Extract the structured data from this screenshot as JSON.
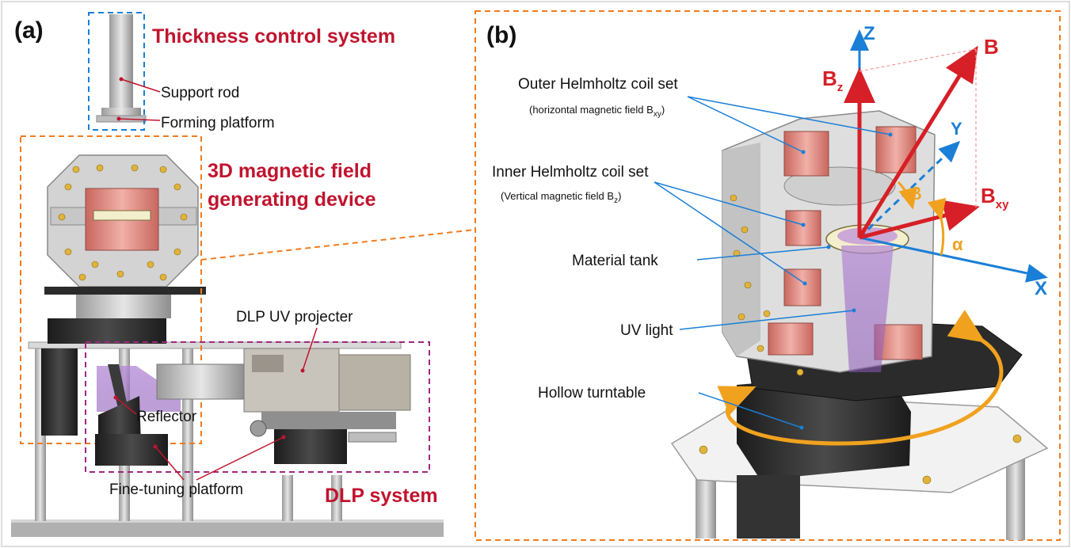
{
  "panel_a": {
    "label": "(a)",
    "title_thickness": "Thickness control system",
    "title_magnetic_1": "3D magnetic field",
    "title_magnetic_2": "generating device",
    "title_dlp": "DLP system",
    "support_rod": "Support rod",
    "forming_platform": "Forming platform",
    "dlp_projector": "DLP UV projecter",
    "reflector": "Reflector",
    "fine_tuning": "Fine-tuning platform"
  },
  "panel_b": {
    "label": "(b)",
    "outer_coil": "Outer Helmholtz coil set",
    "outer_coil_sub": "(horizontal magnetic field B",
    "outer_coil_sub_sub": "xy",
    "outer_coil_sub_end": ")",
    "inner_coil": "Inner Helmholtz coil set",
    "inner_coil_sub": "(Vertical magnetic field B",
    "inner_coil_sub_sub": "z",
    "inner_coil_sub_end": ")",
    "material_tank": "Material tank",
    "uv_light": "UV light",
    "hollow_turntable": "Hollow turntable",
    "axis_z": "Z",
    "axis_y": "Y",
    "axis_x": "X",
    "vec_b": "B",
    "vec_bz": "B",
    "vec_bz_sub": "z",
    "vec_bxy": "B",
    "vec_bxy_sub": "xy",
    "angle_alpha": "α",
    "angle_beta": "β"
  },
  "colors": {
    "title_red": "#c0142e",
    "dashed_orange": "#f07c1e",
    "dashed_blue": "#1a7fd6",
    "dashed_purple": "#a0287d",
    "axis_blue": "#1a7fd6",
    "vector_red": "#d61f26",
    "angle_orange": "#f0a21f"
  }
}
